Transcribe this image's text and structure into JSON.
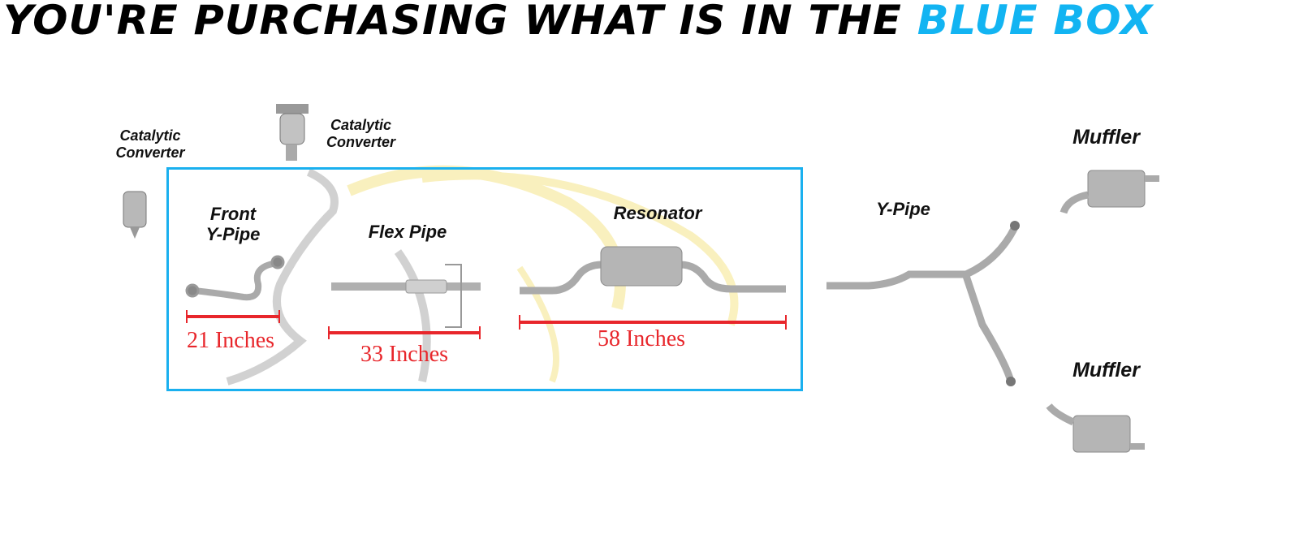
{
  "title": {
    "prefix": "YOU'RE PURCHASING WHAT IS IN THE",
    "highlight": "BLUE BOX"
  },
  "colors": {
    "accent_blue": "#1ab0ef",
    "measure_red": "#e8262b",
    "pipe_gray": "#a8a8a8"
  },
  "parts": {
    "cat1": "Catalytic\nConverter",
    "cat2": "Catalytic\nConverter",
    "front_y_pipe": "Front\nY-Pipe",
    "flex_pipe": "Flex Pipe",
    "resonator": "Resonator",
    "y_pipe": "Y-Pipe",
    "muffler_top": "Muffler",
    "muffler_bottom": "Muffler"
  },
  "measurements": {
    "front_y_pipe": "21 Inches",
    "flex_pipe": "33 Inches",
    "resonator": "58 Inches"
  }
}
